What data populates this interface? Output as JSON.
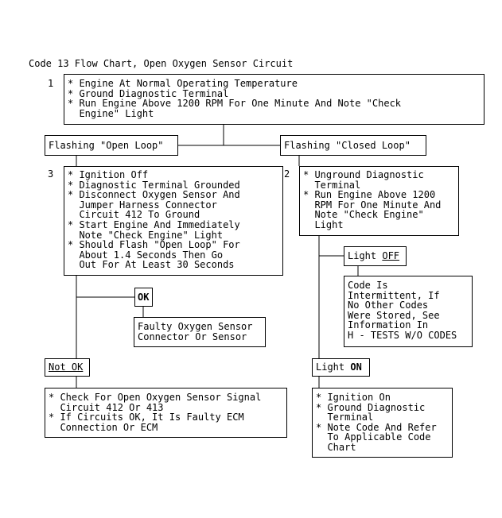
{
  "title": "Code 13 Flow Chart, Open Oxygen Sensor Circuit",
  "step1": {
    "number": "1",
    "lines": [
      "* Engine At Normal Operating Temperature",
      "* Ground Diagnostic Terminal",
      "* Run Engine Above 1200 RPM For One Minute And Note \"Check",
      "  Engine\" Light"
    ]
  },
  "branch_open": {
    "label": "Flashing \"Open Loop\""
  },
  "branch_closed": {
    "label": "Flashing \"Closed Loop\""
  },
  "step3": {
    "number": "3",
    "lines": [
      "* Ignition Off",
      "* Diagnostic Terminal Grounded",
      "* Disconnect Oxygen Sensor And",
      "  Jumper Harness Connector",
      "  Circuit 412 To Ground",
      "* Start Engine And Immediately",
      "  Note \"Check Engine\" Light",
      "* Should Flash \"Open Loop\" For",
      "  About 1.4 Seconds Then Go",
      "  Out For At Least 30 Seconds"
    ]
  },
  "step2": {
    "number": "2",
    "lines": [
      "* Unground Diagnostic",
      "  Terminal",
      "* Run Engine Above 1200",
      "  RPM For One Minute And",
      "  Note \"Check Engine\"",
      "  Light"
    ]
  },
  "ok": {
    "label": "OK"
  },
  "faulty_sensor": {
    "lines": [
      "Faulty Oxygen Sensor",
      "Connector Or Sensor"
    ]
  },
  "not_ok": {
    "label": "Not OK"
  },
  "check_open": {
    "lines": [
      "* Check For Open Oxygen Sensor Signal",
      "  Circuit 412 Or 413",
      "* If Circuits OK, It Is Faulty ECM",
      "  Connection Or ECM"
    ]
  },
  "light_off": {
    "prefix": "Light ",
    "state": "OFF"
  },
  "intermittent": {
    "lines": [
      "Code Is",
      "Intermittent, If",
      "No Other Codes",
      "Were Stored, See",
      "Information In",
      "H - TESTS W/O CODES"
    ]
  },
  "light_on": {
    "prefix": "Light ",
    "state": "ON"
  },
  "ignition_on": {
    "lines": [
      "* Ignition On",
      "* Ground Diagnostic",
      "  Terminal",
      "* Note Code And Refer",
      "  To Applicable Code",
      "  Chart"
    ]
  }
}
